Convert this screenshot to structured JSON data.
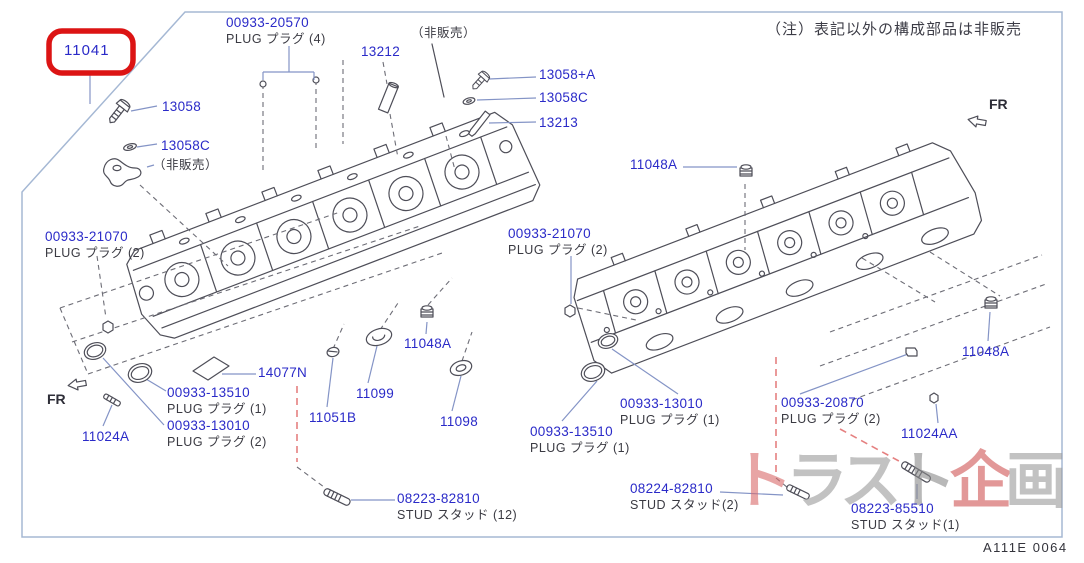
{
  "page": {
    "note": "（注）表記以外の構成部品は非販売",
    "doc_code": "A111E  0064",
    "fr": "FR"
  },
  "highlight": {
    "text": "11041"
  },
  "labels": [
    {
      "num": "00933-20570",
      "name": "PLUG  プラグ  (4)"
    },
    {
      "num": "13212"
    },
    {
      "name": "（非販売）"
    },
    {
      "num": "13058+A"
    },
    {
      "num": "13058C"
    },
    {
      "num": "13213"
    },
    {
      "num": "13058"
    },
    {
      "num": "13058C"
    },
    {
      "name": "（非販売）"
    },
    {
      "num": "00933-21070",
      "name": "PLUG  プラグ  (2)"
    },
    {
      "num": "14077N"
    },
    {
      "num": "11048A"
    },
    {
      "num": "11099"
    },
    {
      "num": "11051B"
    },
    {
      "num": "11098"
    },
    {
      "num": "00933-13510",
      "name": "PLUG  プラグ  (1)"
    },
    {
      "num": "00933-13010",
      "name": "PLUG  プラグ  (2)"
    },
    {
      "num": "11024A"
    },
    {
      "num": "08223-82810",
      "name": "STUD  スタッド (12)"
    },
    {
      "num": "11048A"
    },
    {
      "num": "00933-21070",
      "name": "PLUG  プラグ  (2)"
    },
    {
      "num": "00933-13010",
      "name": "PLUG  プラグ  (1)"
    },
    {
      "num": "00933-13510",
      "name": "PLUG  プラグ  (1)"
    },
    {
      "num": "00933-20870",
      "name": "PLUG  プラグ  (2)"
    },
    {
      "num": "11024AA"
    },
    {
      "num": "11048A"
    },
    {
      "num": "08224-82810",
      "name": "STUD  スタッド(2)"
    },
    {
      "num": "08223-85510",
      "name": "STUD  スタッド(1)"
    }
  ],
  "watermark": {
    "text": "トラスト企画",
    "colors": [
      "#d96b6b",
      "#9b9b9b",
      "#9b9b9b",
      "#8a8a8a",
      "#cf5555",
      "#9b9b9b"
    ]
  }
}
